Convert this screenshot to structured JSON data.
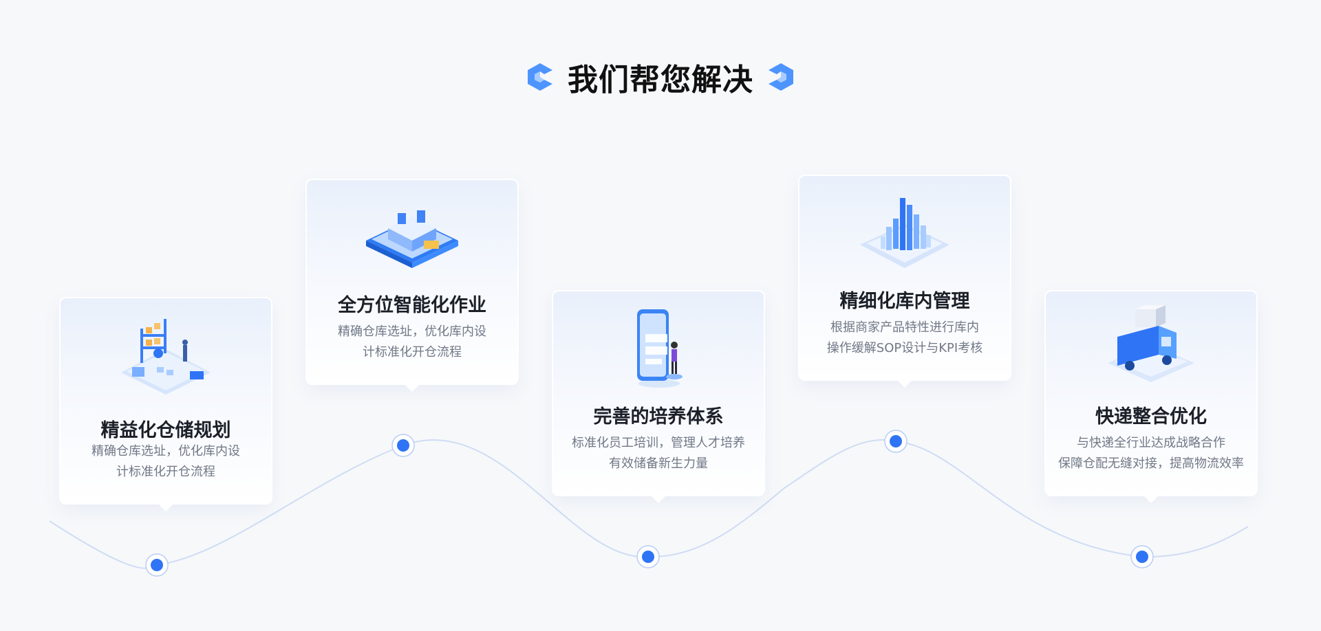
{
  "heading": {
    "title": "我们帮您解决",
    "left_mark_icon": "bracket-left-icon",
    "right_mark_icon": "bracket-right-icon"
  },
  "colors": {
    "accent": "#2f74f5",
    "wave_line": "#cfdcf4",
    "title_text": "#111111",
    "desc_text": "#707886"
  },
  "cards": [
    {
      "title": "精益化仓储规划",
      "desc_line1": "精确仓库选址，优化库内设",
      "desc_line2": "计标准化开仓流程",
      "icon": "warehouse-shelves-icon"
    },
    {
      "title": "全方位智能化作业",
      "desc_line1": "精确仓库选址，优化库内设",
      "desc_line2": "计标准化开仓流程",
      "icon": "smart-factory-icon"
    },
    {
      "title": "完善的培养体系",
      "desc_line1": "标准化员工培训，管理人才培养",
      "desc_line2": "有效储备新生力量",
      "icon": "mobile-training-icon"
    },
    {
      "title": "精细化库内管理",
      "desc_line1": "根据商家产品特性进行库内",
      "desc_line2": "操作缓解SOP设计与KPI考核",
      "icon": "data-city-icon"
    },
    {
      "title": "快递整合优化",
      "desc_line1": "与快递全行业达成战略合作",
      "desc_line2": "保障仓配无缝对接，提高物流效率",
      "icon": "delivery-truck-icon"
    }
  ]
}
